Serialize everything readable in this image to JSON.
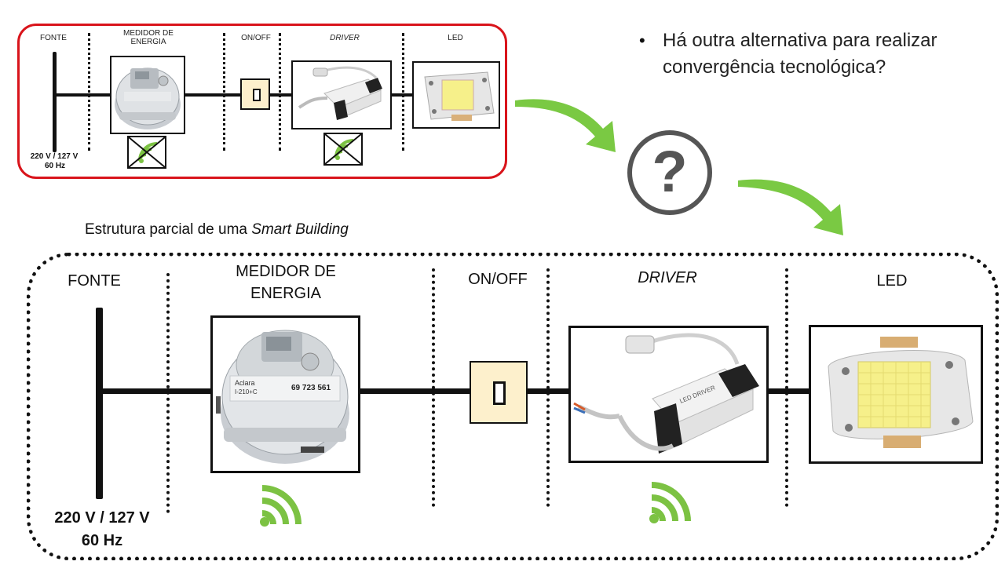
{
  "top_diagram": {
    "labels": {
      "fonte": "FONTE",
      "medidor": "MEDIDOR DE ENERGIA",
      "onoff": "ON/OFF",
      "driver": "DRIVER",
      "led": "LED"
    },
    "voltage": "220 V / 127 V",
    "frequency": "60 Hz",
    "border_color": "#d9141b"
  },
  "question": {
    "bullet": "•",
    "text_line1": "Há outra alternativa para realizar",
    "text_line2": "convergência tecnológica?",
    "symbol": "?"
  },
  "caption": {
    "prefix": "Estrutura parcial de uma ",
    "italic": "Smart Building"
  },
  "bottom_diagram": {
    "labels": {
      "fonte": "FONTE",
      "medidor_line1": "MEDIDOR DE",
      "medidor_line2": "ENERGIA",
      "onoff": "ON/OFF",
      "driver": "DRIVER",
      "led": "LED"
    },
    "voltage": "220 V / 127 V",
    "frequency": "60 Hz",
    "wifi_color": "#7cc243"
  },
  "meter_display": {
    "brand": "Aclara",
    "model": "I-210+C",
    "number": "69 723 561"
  },
  "driver_display": {
    "label": "LED DRIVER"
  },
  "colors": {
    "arrow_green": "#7ac943",
    "question_gray": "#555555",
    "switch_fill": "#fdf0cc",
    "led_chip": "#f6f08a"
  }
}
